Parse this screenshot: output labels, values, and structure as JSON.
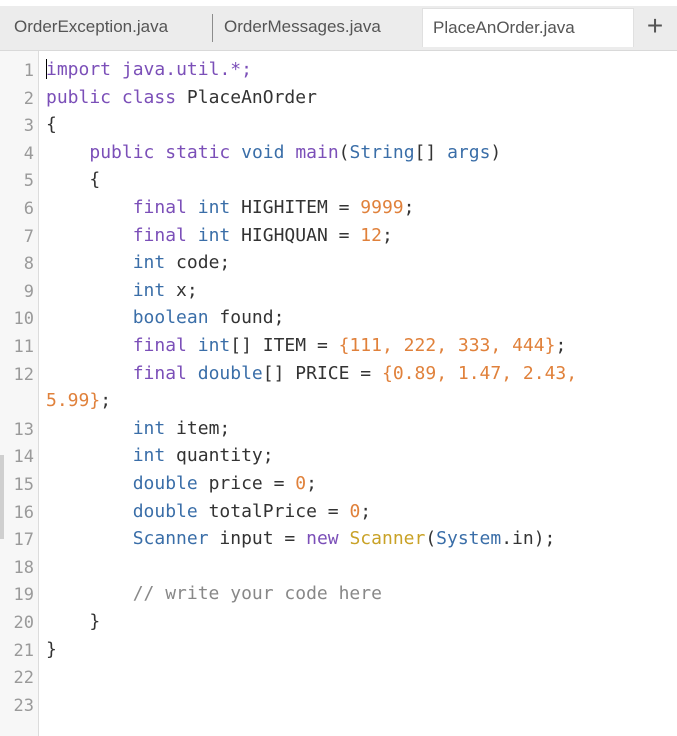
{
  "tabs": [
    {
      "label": "OrderException.java",
      "active": false
    },
    {
      "label": "OrderMessages.java",
      "active": false
    },
    {
      "label": "PlaceAnOrder.java",
      "active": true
    }
  ],
  "add_tab_label": "+",
  "lines": [
    {
      "n": "1",
      "t": "import java.util.*;"
    },
    {
      "n": "2",
      "t": "public class PlaceAnOrder"
    },
    {
      "n": "3",
      "t": "{"
    },
    {
      "n": "4",
      "t": "    public static void main(String[] args)"
    },
    {
      "n": "5",
      "t": "    {"
    },
    {
      "n": "6",
      "t": "        final int HIGHITEM = 9999;"
    },
    {
      "n": "7",
      "t": "        final int HIGHQUAN = 12;"
    },
    {
      "n": "8",
      "t": "        int code;"
    },
    {
      "n": "9",
      "t": "        int x;"
    },
    {
      "n": "10",
      "t": "        boolean found;"
    },
    {
      "n": "11",
      "t": "        final int[] ITEM = {111, 222, 333, 444};"
    },
    {
      "n": "12",
      "t": "        final double[] PRICE = {0.89, 1.47, 2.43,"
    },
    {
      "n": "",
      "t": "5.99};"
    },
    {
      "n": "13",
      "t": "        int item;"
    },
    {
      "n": "14",
      "t": "        int quantity;"
    },
    {
      "n": "15",
      "t": "        double price = 0;"
    },
    {
      "n": "16",
      "t": "        double totalPrice = 0;"
    },
    {
      "n": "17",
      "t": "        Scanner input = new Scanner(System.in);"
    },
    {
      "n": "18",
      "t": ""
    },
    {
      "n": "19",
      "t": "        // write your code here"
    },
    {
      "n": "20",
      "t": "    }"
    },
    {
      "n": "21",
      "t": "}"
    },
    {
      "n": "22",
      "t": ""
    },
    {
      "n": "23",
      "t": ""
    }
  ],
  "colors": {
    "keyword": "#7b4fb8",
    "type": "#3a6ea8",
    "number": "#e0813b",
    "method": "#c9a227",
    "comment": "#888888"
  }
}
